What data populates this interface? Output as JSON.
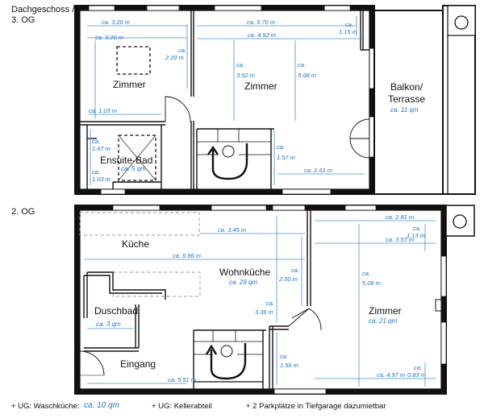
{
  "floors": {
    "upper": {
      "label_line1": "Dachgeschoss /",
      "label_line2": "3. OG",
      "rooms": {
        "zimmer_left": "Zimmer",
        "zimmer_main": "Zimmer",
        "balkon_line1": "Balkon/",
        "balkon_line2": "Terrasse",
        "balkon_area": "ca. 11 qm",
        "bad": "Ensuite-Bad",
        "bad_area": "ca. 5 qm"
      },
      "dims": {
        "top_left_width": "ca. 3.20 m",
        "left_width": "ca. 3.20 m",
        "left_height_1": "ca.",
        "left_height_2": "2.20 m",
        "main_width": "ca. 5.70 m",
        "main_inner_width": "ca. 4.92 m",
        "right_small_1": "ca.",
        "right_small_2": "1.15 m",
        "main_height_a1": "ca.",
        "main_height_a2": "3.52 m",
        "main_height_b1": "ca.",
        "main_height_b2": "5.08 m",
        "bad_width": "ca. 1.03 m",
        "bad_height_1": "ca.",
        "bad_height_2": "1.67 m",
        "bad_low_1": "ca.",
        "bad_low_2": "1.03 m",
        "stair_height_1": "ca.",
        "stair_height_2": "1.57 m",
        "bottom_width": "ca. 2.61 m"
      }
    },
    "lower": {
      "label": "2. OG",
      "rooms": {
        "kueche": "Küche",
        "wohnkueche": "Wohnküche",
        "wohnkueche_area": "ca. 29 qm",
        "duschbad": "Duschbad",
        "duschbad_area": "ca. 3 qm",
        "eingang": "Eingang",
        "zimmer": "Zimmer",
        "zimmer_area": "ca. 21 qm"
      },
      "dims": {
        "kueche_width": "ca. 3.45 m",
        "total_width": "ca. 6.86 m",
        "wk_height_1": "ca.",
        "wk_height_2": "2.50 m",
        "wk_low_1": "ca.",
        "wk_low_2": "3.36 m",
        "stair_1": "ca.",
        "stair_2": "1.56 m",
        "eingang_width": "ca. 5.51 m",
        "z_top": "ca. 2.81 m",
        "z_mid": "ca. 3.53 m",
        "z_small_1": "ca.",
        "z_small_2": "1.13 m",
        "z_height_1": "ca.",
        "z_height_2": "5.08 m",
        "z_bottom": "ca. 4.97 m",
        "z_corner_1": "ca.",
        "z_corner_2": "0.83 m"
      }
    }
  },
  "footer": {
    "ug_wash_prefix": "+ UG: Waschküche:",
    "ug_wash_area": "ca. 10 qm",
    "ug_storage": "+ UG: Kellerabteil",
    "parking": "+ 2 Parkplätze in Tiefgarage dazumietbar"
  },
  "colors": {
    "dimension_blue": "#1a73c9",
    "wall_black": "#111111"
  }
}
